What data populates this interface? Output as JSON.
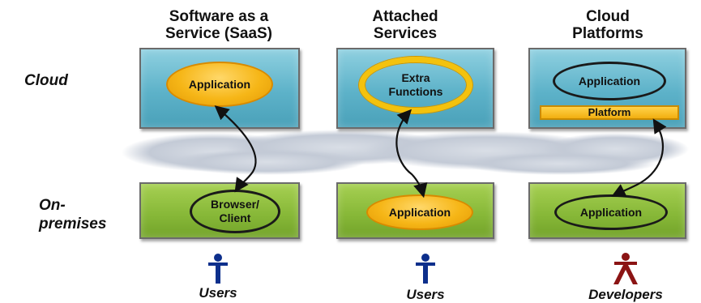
{
  "columns": [
    {
      "title": "Software as a\nService (SaaS)"
    },
    {
      "title": "Attached\nServices"
    },
    {
      "title": "Cloud\nPlatforms"
    }
  ],
  "rows": {
    "cloud_label": "Cloud",
    "onprem_label": "On-\npremises"
  },
  "cloud_row": {
    "saas": "Application",
    "attached": "Extra\nFunctions",
    "platform_app": "Application",
    "platform_bar": "Platform"
  },
  "onprem_row": {
    "saas": "Browser/\nClient",
    "attached": "Application",
    "platform": "Application"
  },
  "people": [
    {
      "label": "Users",
      "icon": "user-icon",
      "color": "#0d2f8c"
    },
    {
      "label": "Users",
      "icon": "user-icon",
      "color": "#0d2f8c"
    },
    {
      "label": "Developers",
      "icon": "developer-icon",
      "color": "#8b1414"
    }
  ]
}
